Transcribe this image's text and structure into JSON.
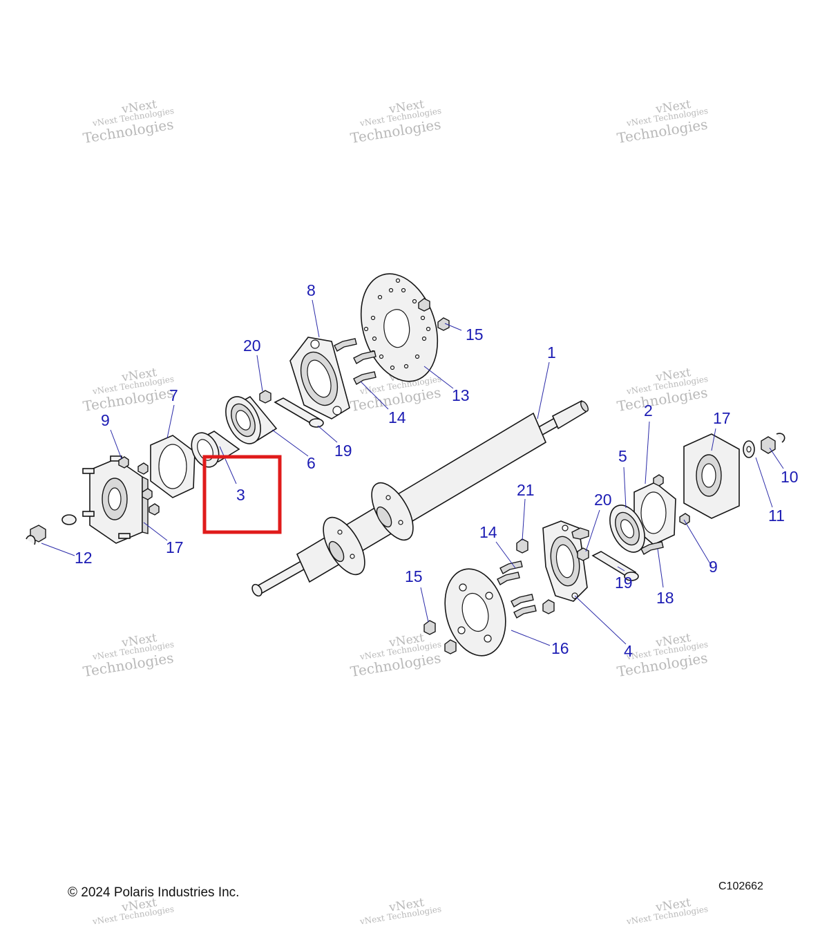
{
  "watermark": {
    "line1": "vNext Technologies",
    "line2": "vNext",
    "line3": "Technologies"
  },
  "callouts": [
    {
      "id": "c1",
      "label": "1"
    },
    {
      "id": "c2",
      "label": "2"
    },
    {
      "id": "c3",
      "label": "3"
    },
    {
      "id": "c4",
      "label": "4"
    },
    {
      "id": "c5",
      "label": "5"
    },
    {
      "id": "c6",
      "label": "6"
    },
    {
      "id": "c7",
      "label": "7"
    },
    {
      "id": "c8",
      "label": "8"
    },
    {
      "id": "c9a",
      "label": "9"
    },
    {
      "id": "c9b",
      "label": "9"
    },
    {
      "id": "c10",
      "label": "10"
    },
    {
      "id": "c11",
      "label": "11"
    },
    {
      "id": "c12",
      "label": "12"
    },
    {
      "id": "c13",
      "label": "13"
    },
    {
      "id": "c14a",
      "label": "14"
    },
    {
      "id": "c14b",
      "label": "14"
    },
    {
      "id": "c15a",
      "label": "15"
    },
    {
      "id": "c15b",
      "label": "15"
    },
    {
      "id": "c16",
      "label": "16"
    },
    {
      "id": "c17a",
      "label": "17"
    },
    {
      "id": "c17b",
      "label": "17"
    },
    {
      "id": "c18",
      "label": "18"
    },
    {
      "id": "c19a",
      "label": "19"
    },
    {
      "id": "c19b",
      "label": "19"
    },
    {
      "id": "c20a",
      "label": "20"
    },
    {
      "id": "c20b",
      "label": "20"
    },
    {
      "id": "c21",
      "label": "21"
    }
  ],
  "highlight": {
    "color": "#e01b1b"
  },
  "footer": {
    "copyright": "© 2024 Polaris Industries Inc.",
    "drawing_number": "C102662"
  }
}
